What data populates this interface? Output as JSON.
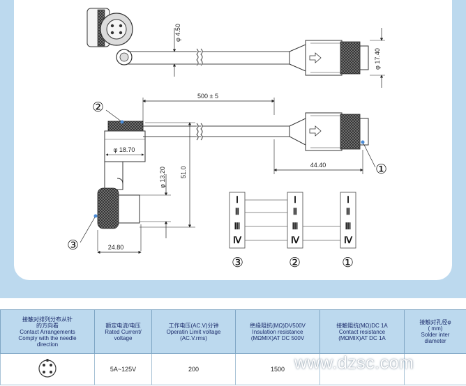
{
  "drawing": {
    "dims": {
      "d450": "φ 4.50",
      "d1740": "φ 17.40",
      "len500": "500 ± 5",
      "d1870": "φ 18.70",
      "d1320": "φ 13.20",
      "h510": "51.0",
      "w4440": "44.40",
      "w2480": "24.80"
    },
    "callouts": {
      "c1": "①",
      "c2": "②",
      "c3": "③"
    },
    "pinmap": {
      "groups": [
        {
          "label": "③",
          "pins": [
            "Ⅰ",
            "Ⅱ",
            "Ⅲ",
            "Ⅳ"
          ]
        },
        {
          "label": "②",
          "pins": [
            "Ⅰ",
            "Ⅱ",
            "Ⅲ",
            "Ⅳ"
          ]
        },
        {
          "label": "①",
          "pins": [
            "Ⅰ",
            "Ⅱ",
            "Ⅲ",
            "Ⅳ"
          ]
        }
      ]
    }
  },
  "table": {
    "headers": [
      [
        "接触对排列分布从针",
        "的方向看",
        "Contact Arrangements",
        "Comply with the needle",
        "direction"
      ],
      [
        "额定电流/电压",
        "Rated Current/",
        "voltage"
      ],
      [
        "工作电压(AC.V)分钟",
        "Operatin Limit voltage",
        "(AC.V.rms)"
      ],
      [
        "绝缘阻抗(MΩ)DV500V",
        "Insulation resistance",
        "(MΩMIX)AT DC 500V"
      ],
      [
        "接触阻抗(MΩ)DC 1A",
        "Contact resistance",
        "(MΩMIX)AT DC 1A"
      ],
      [
        "接触对孔径φ",
        "( mm)",
        "Solder inter",
        "diameter"
      ]
    ],
    "row": {
      "rated": "5A~125V",
      "operating": "200",
      "insulation": "1500"
    }
  },
  "watermark": "www.dzsc.com"
}
